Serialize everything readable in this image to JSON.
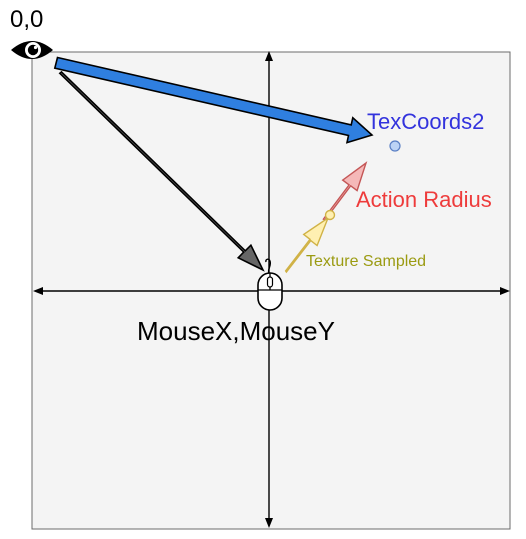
{
  "labels": {
    "origin": "0,0",
    "texcoords": "TexCoords2",
    "action_radius": "Action Radius",
    "texture_sampled": "Texture Sampled",
    "mouse": "MouseX,MouseY"
  },
  "colors": {
    "canvas_fill": "#f4f4f4",
    "canvas_border": "#6b6b6b",
    "axis": "#000000",
    "blue_arrow": "#2f7fe0",
    "gray_arrow": "#666666",
    "red_arrow": "#f5b8b8",
    "red_stroke": "#c45656",
    "yellow_arrow": "#fff0b2",
    "yellow_stroke": "#d0b246",
    "texcoords_text": "#3333dd",
    "radius_text": "#ee3b3b",
    "sampled_text": "#9b9b12",
    "point_fill": "#bcd3f5",
    "point_stroke": "#5a7fc4"
  },
  "icons": {
    "origin": "eye-icon",
    "cursor": "mouse-icon"
  }
}
